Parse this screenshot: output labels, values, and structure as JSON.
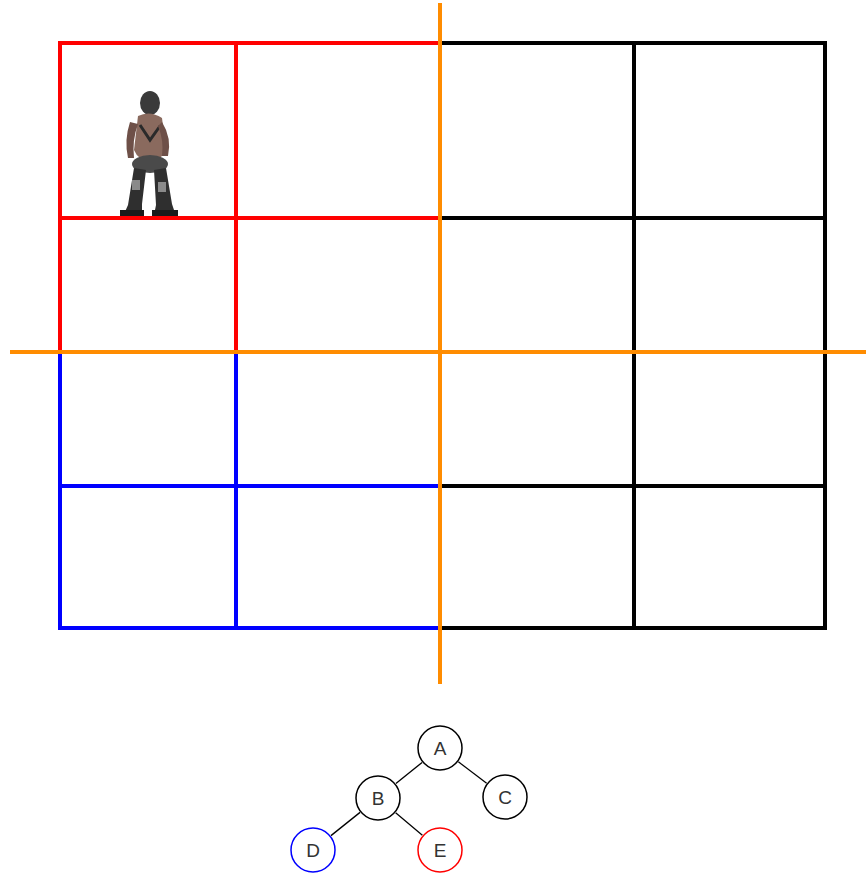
{
  "diagram": {
    "nodes": [
      {
        "text": [
          "A"
        ]
      },
      {
        "text": [
          "B"
        ]
      },
      {
        "text": [
          "C"
        ]
      },
      {
        "text": [
          "D"
        ]
      },
      {
        "text": [
          "E"
        ]
      }
    ],
    "edges": [
      {
        "from": 0,
        "to": 1,
        "arrow": "none"
      },
      {
        "from": 0,
        "to": 2,
        "arrow": "none"
      },
      {
        "from": 1,
        "to": 3,
        "arrow": "none"
      },
      {
        "from": 1,
        "to": 4,
        "arrow": "none"
      }
    ]
  }
}
